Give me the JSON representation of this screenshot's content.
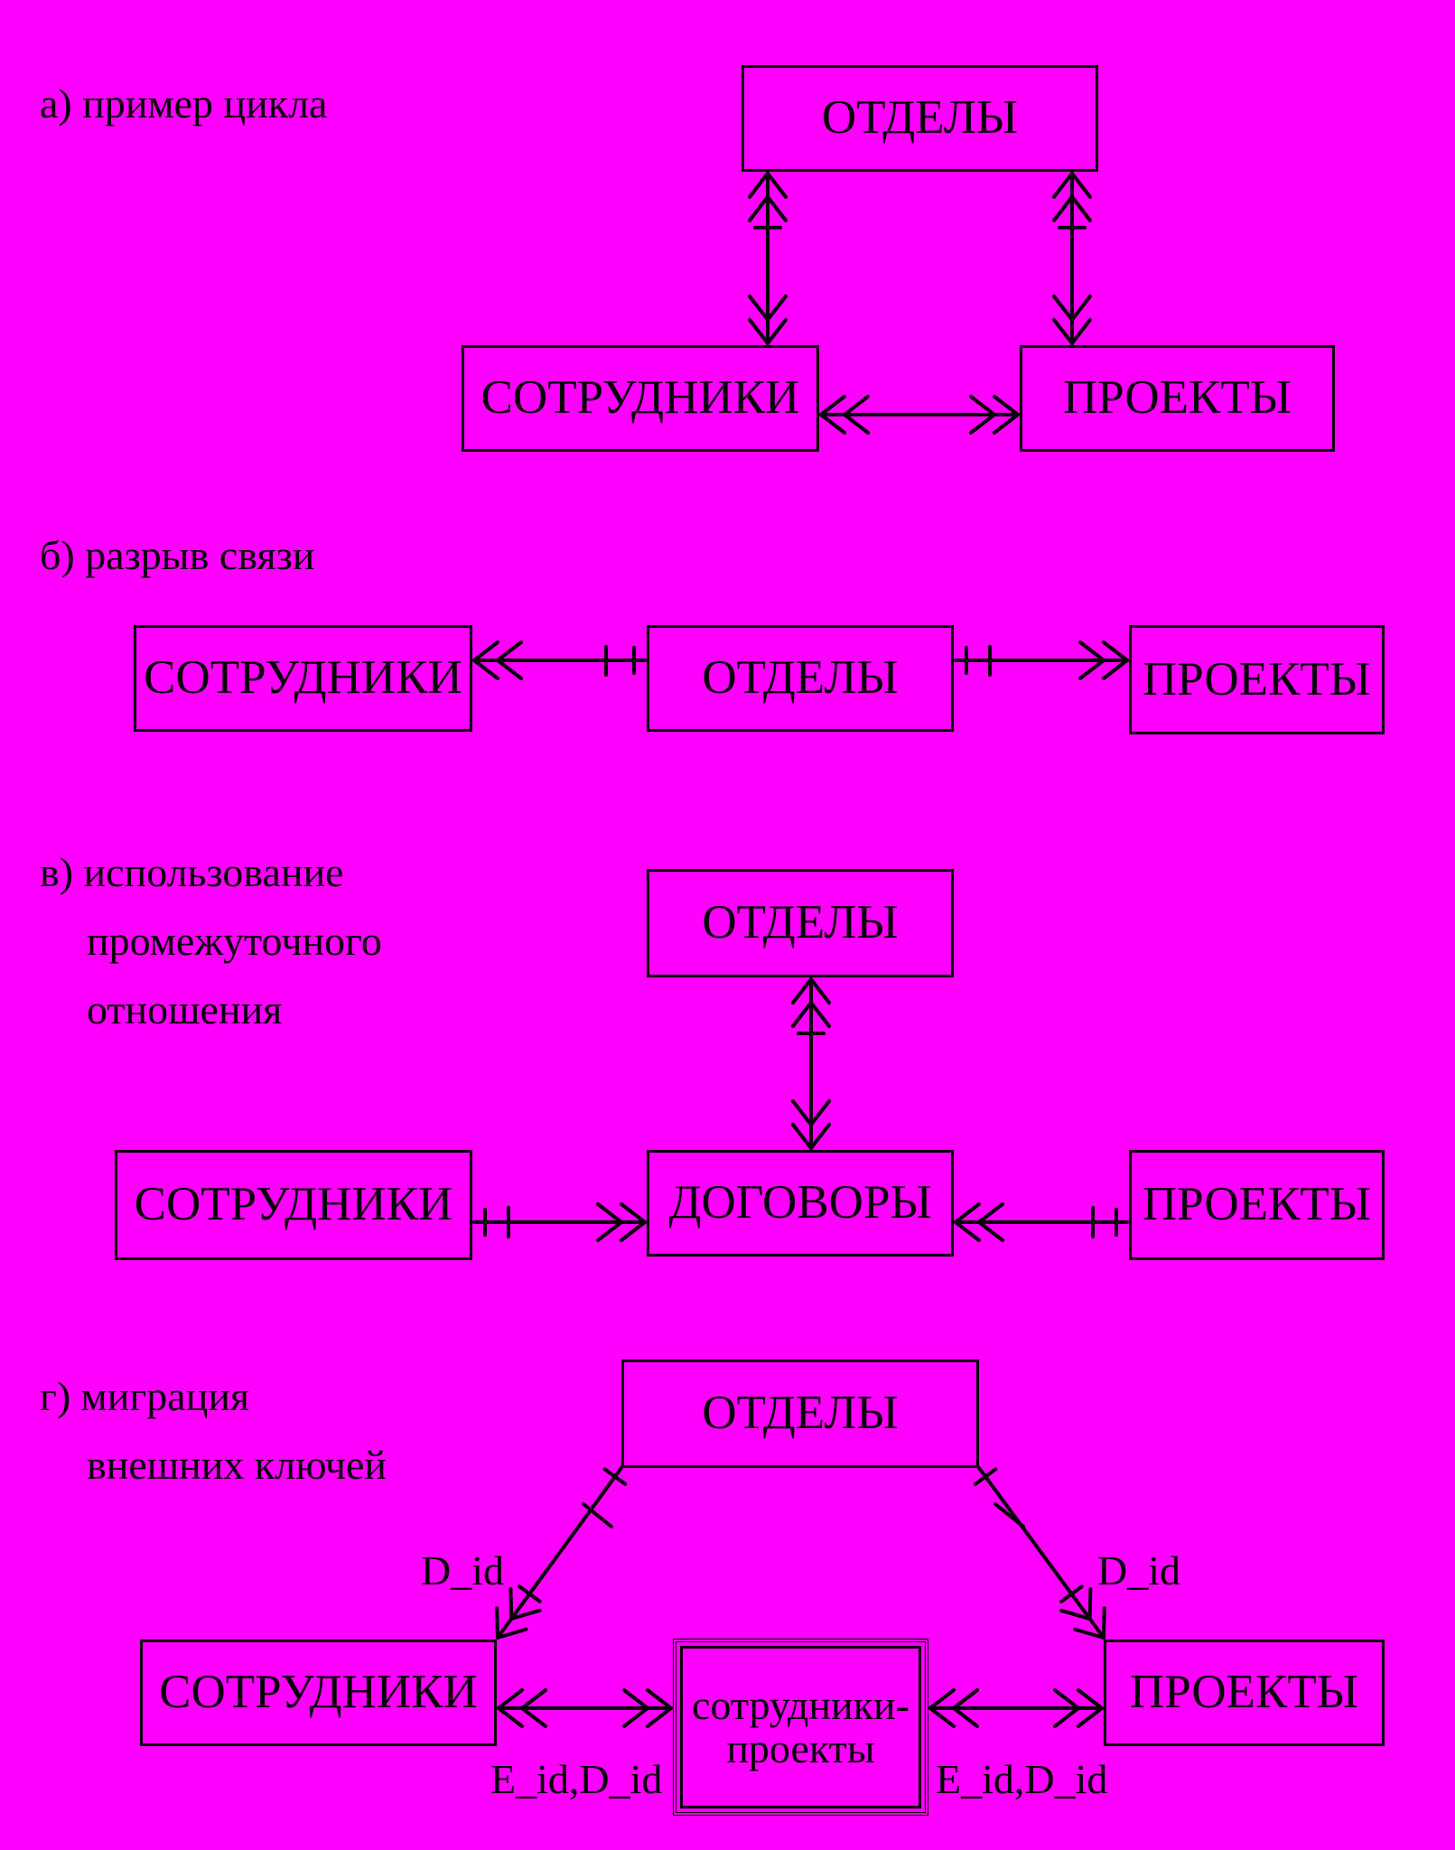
{
  "colors": {
    "background": "#FF00FF",
    "ink": "#000000"
  },
  "sections": {
    "a": {
      "caption": "а) пример цикла"
    },
    "b": {
      "caption": "б) разрыв связи"
    },
    "c": {
      "caption_lines": [
        "в) использование",
        "промежуточного",
        "отношения"
      ]
    },
    "d": {
      "caption_lines": [
        "г) миграция",
        "внешних ключей"
      ]
    }
  },
  "entities": {
    "a_otdely": "ОТДЕЛЫ",
    "a_sotrudniki": "СОТРУДНИКИ",
    "a_proekty": "ПРОЕКТЫ",
    "b_sotrudniki": "СОТРУДНИКИ",
    "b_otdely": "ОТДЕЛЫ",
    "b_proekty": "ПРОЕКТЫ",
    "c_otdely": "ОТДЕЛЫ",
    "c_sotrudniki": "СОТРУДНИКИ",
    "c_dogovory": "ДОГОВОРЫ",
    "c_proekty": "ПРОЕКТЫ",
    "d_otdely": "ОТДЕЛЫ",
    "d_sotrudniki": "СОТРУДНИКИ",
    "d_link": "сотрудники-проекты",
    "d_proekty": "ПРОЕКТЫ"
  },
  "keys": {
    "did_left": "D_id",
    "did_right": "D_id",
    "eid_did_left": "E_id,D_id",
    "eid_did_right": "E_id,D_id"
  }
}
